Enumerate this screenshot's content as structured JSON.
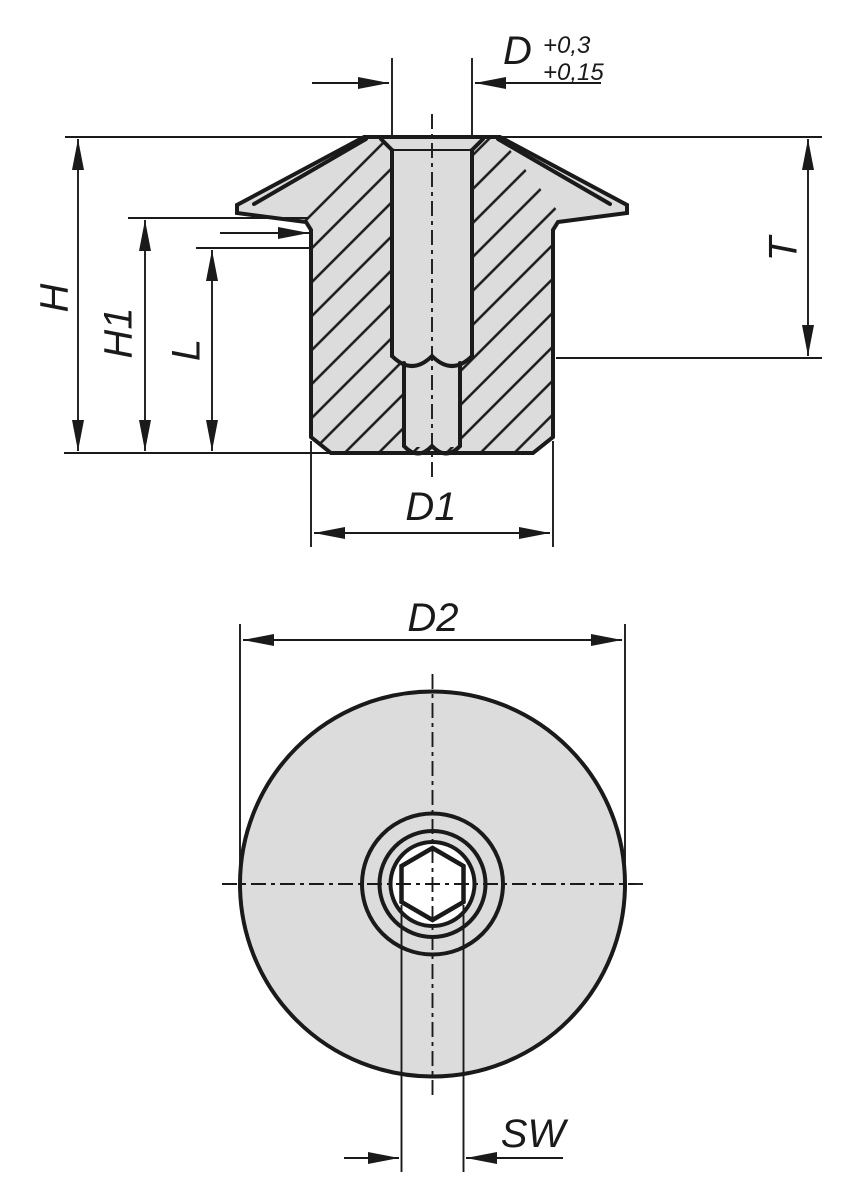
{
  "colors": {
    "line": "#1a1a1a",
    "part_fill": "#dcdcdc",
    "socket_fill": "#ffffff",
    "background": "#ffffff"
  },
  "dims": {
    "d": {
      "label": "D",
      "tol_upper": "+0,3",
      "tol_lower": "+0,15"
    },
    "h": {
      "label": "H"
    },
    "h1": {
      "label": "H1"
    },
    "l": {
      "label": "L"
    },
    "t": {
      "label": "T"
    },
    "d1": {
      "label": "D1"
    },
    "d2": {
      "label": "D2"
    },
    "sw": {
      "label": "SW"
    }
  }
}
